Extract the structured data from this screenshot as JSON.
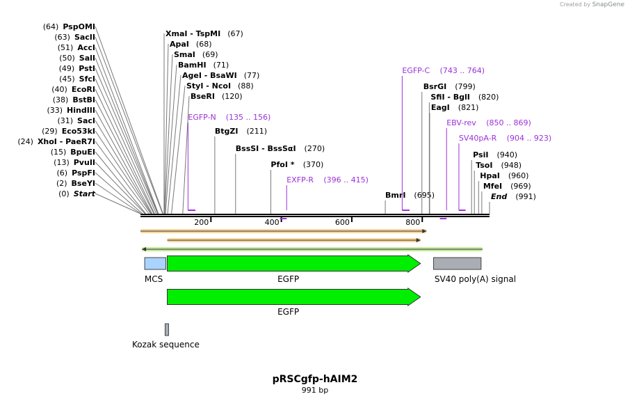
{
  "app": {
    "brand_prefix": "Created by",
    "brand_name": "SnapGene"
  },
  "map": {
    "name": "pRSCgfp-hAIM2",
    "length_label": "991 bp",
    "total_bp": 991,
    "ruler_ticks": [
      200,
      400,
      600,
      800
    ]
  },
  "sites_left": [
    {
      "name": "PspOMI",
      "pos": 64,
      "pos_label": "(64)"
    },
    {
      "name": "SacII",
      "pos": 63,
      "pos_label": "(63)"
    },
    {
      "name": "AccI",
      "pos": 51,
      "pos_label": "(51)"
    },
    {
      "name": "SalI",
      "pos": 50,
      "pos_label": "(50)"
    },
    {
      "name": "PstI",
      "pos": 49,
      "pos_label": "(49)"
    },
    {
      "name": "SfcI",
      "pos": 45,
      "pos_label": "(45)"
    },
    {
      "name": "EcoRI",
      "pos": 40,
      "pos_label": "(40)"
    },
    {
      "name": "BstBI",
      "pos": 38,
      "pos_label": "(38)"
    },
    {
      "name": "HindIII",
      "pos": 33,
      "pos_label": "(33)"
    },
    {
      "name": "SacI",
      "pos": 31,
      "pos_label": "(31)"
    },
    {
      "name": "Eco53kI",
      "pos": 29,
      "pos_label": "(29)"
    },
    {
      "name": "XhoI - PaeR7I",
      "pos": 24,
      "pos_label": "(24)"
    },
    {
      "name": "BpuEI",
      "pos": 15,
      "pos_label": "(15)"
    },
    {
      "name": "PvuII",
      "pos": 13,
      "pos_label": "(13)"
    },
    {
      "name": "PspFI",
      "pos": 6,
      "pos_label": "(6)"
    },
    {
      "name": "BseYI",
      "pos": 2,
      "pos_label": "(2)"
    },
    {
      "name": "Start",
      "pos": 0,
      "pos_label": "(0)",
      "italic": true
    }
  ],
  "sites_right": [
    {
      "name": "XmaI - TspMI",
      "pos": 67,
      "pos_label": "(67)"
    },
    {
      "name": "ApaI",
      "pos": 68,
      "pos_label": "(68)"
    },
    {
      "name": "SmaI",
      "pos": 69,
      "pos_label": "(69)"
    },
    {
      "name": "BamHI",
      "pos": 71,
      "pos_label": "(71)"
    },
    {
      "name": "AgeI - BsaWI",
      "pos": 77,
      "pos_label": "(77)"
    },
    {
      "name": "StyI - NcoI",
      "pos": 88,
      "pos_label": "(88)"
    },
    {
      "name": "BseRI",
      "pos": 120,
      "pos_label": "(120)"
    }
  ],
  "sites_mid": [
    {
      "name": "BtgZI",
      "pos": 211,
      "pos_label": "(211)"
    },
    {
      "name": "BssSI - BssSαI",
      "pos": 270,
      "pos_label": "(270)"
    },
    {
      "name": "PfoI *",
      "pos": 370,
      "pos_label": "(370)"
    },
    {
      "name": "BmrI",
      "pos": 695,
      "pos_label": "(695)"
    }
  ],
  "sites_far_right": [
    {
      "name": "BsrGI",
      "pos": 799,
      "pos_label": "(799)"
    },
    {
      "name": "SfiI - BglI",
      "pos": 820,
      "pos_label": "(820)"
    },
    {
      "name": "EagI",
      "pos": 821,
      "pos_label": "(821)"
    },
    {
      "name": "PsiI",
      "pos": 940,
      "pos_label": "(940)"
    },
    {
      "name": "TsoI",
      "pos": 948,
      "pos_label": "(948)"
    },
    {
      "name": "HpaI",
      "pos": 960,
      "pos_label": "(960)"
    },
    {
      "name": "MfeI",
      "pos": 969,
      "pos_label": "(969)"
    },
    {
      "name": "End",
      "pos": 991,
      "pos_label": "(991)",
      "italic": true
    }
  ],
  "primers": [
    {
      "name": "EGFP-N",
      "range_label": "(135 .. 156)",
      "start": 135,
      "end": 156,
      "dir": "fwd"
    },
    {
      "name": "EXFP-R",
      "range_label": "(396 .. 415)",
      "start": 396,
      "end": 415,
      "dir": "rev"
    },
    {
      "name": "EGFP-C",
      "range_label": "(743 .. 764)",
      "start": 743,
      "end": 764,
      "dir": "fwd"
    },
    {
      "name": "EBV-rev",
      "range_label": "(850 .. 869)",
      "start": 850,
      "end": 869,
      "dir": "rev"
    },
    {
      "name": "SV40pA-R",
      "range_label": "(904 .. 923)",
      "start": 904,
      "end": 923,
      "dir": "fwd"
    }
  ],
  "features": [
    {
      "name": "MCS",
      "start": 12,
      "end": 72,
      "type": "box",
      "color": "#a9d4ff"
    },
    {
      "name": "EGFP",
      "start": 76,
      "end": 795,
      "type": "arrow",
      "color": "#00ee00"
    },
    {
      "name": "SV40 poly(A) signal",
      "start": 832,
      "end": 967,
      "type": "box",
      "color": "#a9aeb4"
    },
    {
      "name": "EGFP",
      "start": 76,
      "end": 795,
      "type": "arrow",
      "color": "#00ee00"
    },
    {
      "name": "Kozak sequence",
      "start": 70,
      "end": 79,
      "type": "box",
      "color": "#a9aeb4"
    }
  ],
  "orfs": [
    {
      "start": 0,
      "end": 812,
      "dir": "fwd",
      "color": "#f5a623"
    },
    {
      "start": 76,
      "end": 795,
      "dir": "fwd",
      "color": "#f5a623"
    },
    {
      "start": 4,
      "end": 971,
      "dir": "rev",
      "color": "#7ed321"
    }
  ],
  "colors": {
    "primer": "#9b30d9",
    "backbone": "#000000",
    "line": "#777777"
  }
}
